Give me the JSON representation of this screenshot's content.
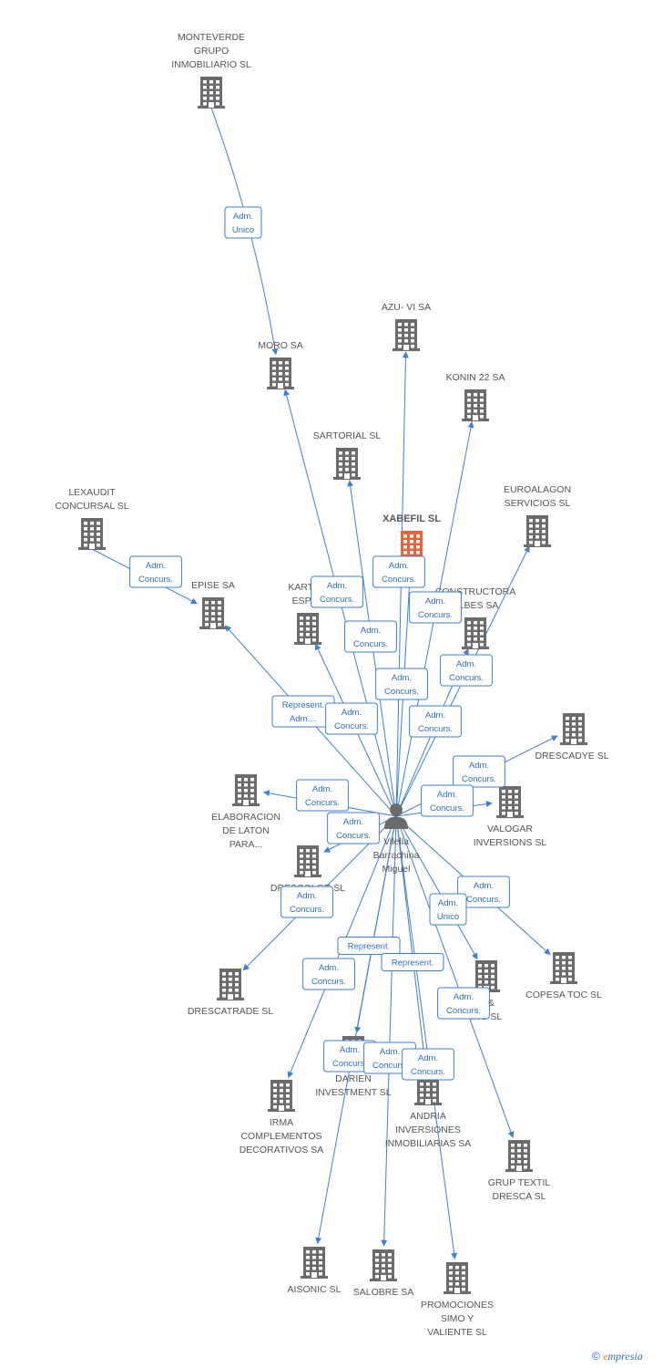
{
  "colors": {
    "edge": "#3d7fd6",
    "building": "#6b6b6b",
    "highlight": "#f06038",
    "label_border": "#3d7fd6"
  },
  "center": {
    "id": "person",
    "label": [
      "Vilella",
      "Barrachina",
      "Miguel"
    ],
    "icon": "person-icon"
  },
  "nodes": [
    {
      "id": "monteverde",
      "label": [
        "MONTEVERDE",
        "GRUPO",
        "INMOBILIARIO SL"
      ],
      "icon": "building-icon"
    },
    {
      "id": "moro",
      "label": [
        "MORO SA"
      ],
      "icon": "building-icon"
    },
    {
      "id": "azu",
      "label": [
        "AZU- VI SA"
      ],
      "icon": "building-icon"
    },
    {
      "id": "konin",
      "label": [
        "KONIN 22 SA"
      ],
      "icon": "building-icon"
    },
    {
      "id": "sartorial",
      "label": [
        "SARTORIAL SL"
      ],
      "icon": "building-icon"
    },
    {
      "id": "euroalagon",
      "label": [
        "EUROALAGON",
        "SERVICIOS SL"
      ],
      "icon": "building-icon"
    },
    {
      "id": "xabefil",
      "label": [
        "XABEFIL SL"
      ],
      "icon": "building-icon",
      "highlight": true
    },
    {
      "id": "lexaudit",
      "label": [
        "LEXAUDIT",
        "CONCURSAL SL"
      ],
      "icon": "building-icon"
    },
    {
      "id": "epise",
      "label": [
        "EPISE SA"
      ],
      "icon": "building-icon"
    },
    {
      "id": "kartoc",
      "label": [
        "KARTOC",
        "ESPAÑ"
      ],
      "icon": "building-icon"
    },
    {
      "id": "constructora",
      "label": [
        "CONSTRUCTORA",
        "ALBES SA"
      ],
      "icon": "building-icon"
    },
    {
      "id": "drescadye",
      "label": [
        "DRESCADYE SL"
      ],
      "icon": "building-icon"
    },
    {
      "id": "valogar",
      "label": [
        "VALOGAR",
        "INVERSIONS SL"
      ],
      "icon": "building-icon"
    },
    {
      "id": "elaboracion",
      "label": [
        "ELABORACION",
        "DE LATON",
        "PARA..."
      ],
      "icon": "building-icon"
    },
    {
      "id": "drescolor",
      "label": [
        "DRESCOLOR SL"
      ],
      "icon": "building-icon"
    },
    {
      "id": "copesa",
      "label": [
        "COPESA TOC SL"
      ],
      "icon": "building-icon"
    },
    {
      "id": "drescatrade",
      "label": [
        "DRESCATRADE SL"
      ],
      "icon": "building-icon"
    },
    {
      "id": "ding",
      "label": [
        "D &",
        "ING SL"
      ],
      "icon": "building-icon"
    },
    {
      "id": "irma",
      "label": [
        "IRMA",
        "COMPLEMENTOS",
        "DECORATIVOS SA"
      ],
      "icon": "building-icon"
    },
    {
      "id": "darien",
      "label": [
        "DARIEN",
        "INVESTMENT SL"
      ],
      "icon": "building-icon"
    },
    {
      "id": "andria",
      "label": [
        "ANDRIA",
        "INVERSIONES",
        "INMOBILIARIAS SA"
      ],
      "icon": "building-icon"
    },
    {
      "id": "grup",
      "label": [
        "GRUP TEXTIL",
        "DRESCA SL"
      ],
      "icon": "building-icon"
    },
    {
      "id": "aisonic",
      "label": [
        "AISONIC SL"
      ],
      "icon": "building-icon"
    },
    {
      "id": "salobre",
      "label": [
        "SALOBRE SA"
      ],
      "icon": "building-icon"
    },
    {
      "id": "promociones",
      "label": [
        "PROMOCIONES",
        "SIMO Y",
        "VALIENTE SL"
      ],
      "icon": "building-icon"
    }
  ],
  "edges": [
    {
      "from": "monteverde",
      "to": "moro",
      "label": [
        "Adm.",
        "Unico"
      ]
    },
    {
      "from": "lexaudit",
      "to": "epise",
      "label": [
        "Adm.",
        "Concurs."
      ]
    },
    {
      "from": "person",
      "to": "moro",
      "label": [
        "Adm.",
        "Concurs."
      ]
    },
    {
      "from": "person",
      "to": "xabefil",
      "label": [
        "Adm.",
        "Concurs."
      ]
    },
    {
      "from": "person",
      "to": "konin",
      "label": [
        "Adm.",
        "Concurs."
      ]
    },
    {
      "from": "person",
      "to": "sartorial",
      "label": [
        "Adm.",
        "Concurs."
      ]
    },
    {
      "from": "person",
      "to": "azu",
      "label": [
        "Adm.",
        "Concurs."
      ]
    },
    {
      "from": "person",
      "to": "euroalagon",
      "label": [
        "Adm.",
        "Concurs."
      ]
    },
    {
      "from": "person",
      "to": "epise",
      "label": [
        "Represent.",
        "Adm...."
      ]
    },
    {
      "from": "person",
      "to": "kartoc",
      "label": [
        "Adm.",
        "Concurs."
      ]
    },
    {
      "from": "person",
      "to": "constructora",
      "label": [
        "Adm.",
        "Concurs."
      ]
    },
    {
      "from": "person",
      "to": "drescadye",
      "label": [
        "Adm.",
        "Concurs."
      ]
    },
    {
      "from": "person",
      "to": "valogar",
      "label": [
        "Adm.",
        "Concurs."
      ]
    },
    {
      "from": "person",
      "to": "elaboracion",
      "label": [
        "Adm.",
        "Concurs."
      ]
    },
    {
      "from": "person",
      "to": "drescolor",
      "label": [
        "Adm.",
        "Concurs."
      ]
    },
    {
      "from": "person",
      "to": "drescatrade",
      "label": [
        "Adm.",
        "Concurs."
      ]
    },
    {
      "from": "person",
      "to": "copesa",
      "label": [
        "Adm.",
        "Concurs."
      ]
    },
    {
      "from": "person",
      "to": "ding",
      "label": [
        "Adm.",
        "Unico"
      ]
    },
    {
      "from": "person",
      "to": "irma",
      "label": [
        "Adm.",
        "Concurs."
      ]
    },
    {
      "from": "person",
      "to": "darien",
      "label": [
        "Represent."
      ]
    },
    {
      "from": "person",
      "to": "andria",
      "label": [
        "Represent."
      ]
    },
    {
      "from": "person",
      "to": "grup",
      "label": [
        "Adm.",
        "Concurs."
      ]
    },
    {
      "from": "person",
      "to": "aisonic",
      "label": [
        "Adm.",
        "Concurs."
      ]
    },
    {
      "from": "person",
      "to": "salobre",
      "label": [
        "Adm.",
        "Concurs."
      ]
    },
    {
      "from": "person",
      "to": "promociones",
      "label": [
        "Adm.",
        "Concurs."
      ]
    }
  ],
  "footer": {
    "copyright_symbol": "©",
    "brand_initial": "e",
    "brand_rest": "mpresia"
  }
}
